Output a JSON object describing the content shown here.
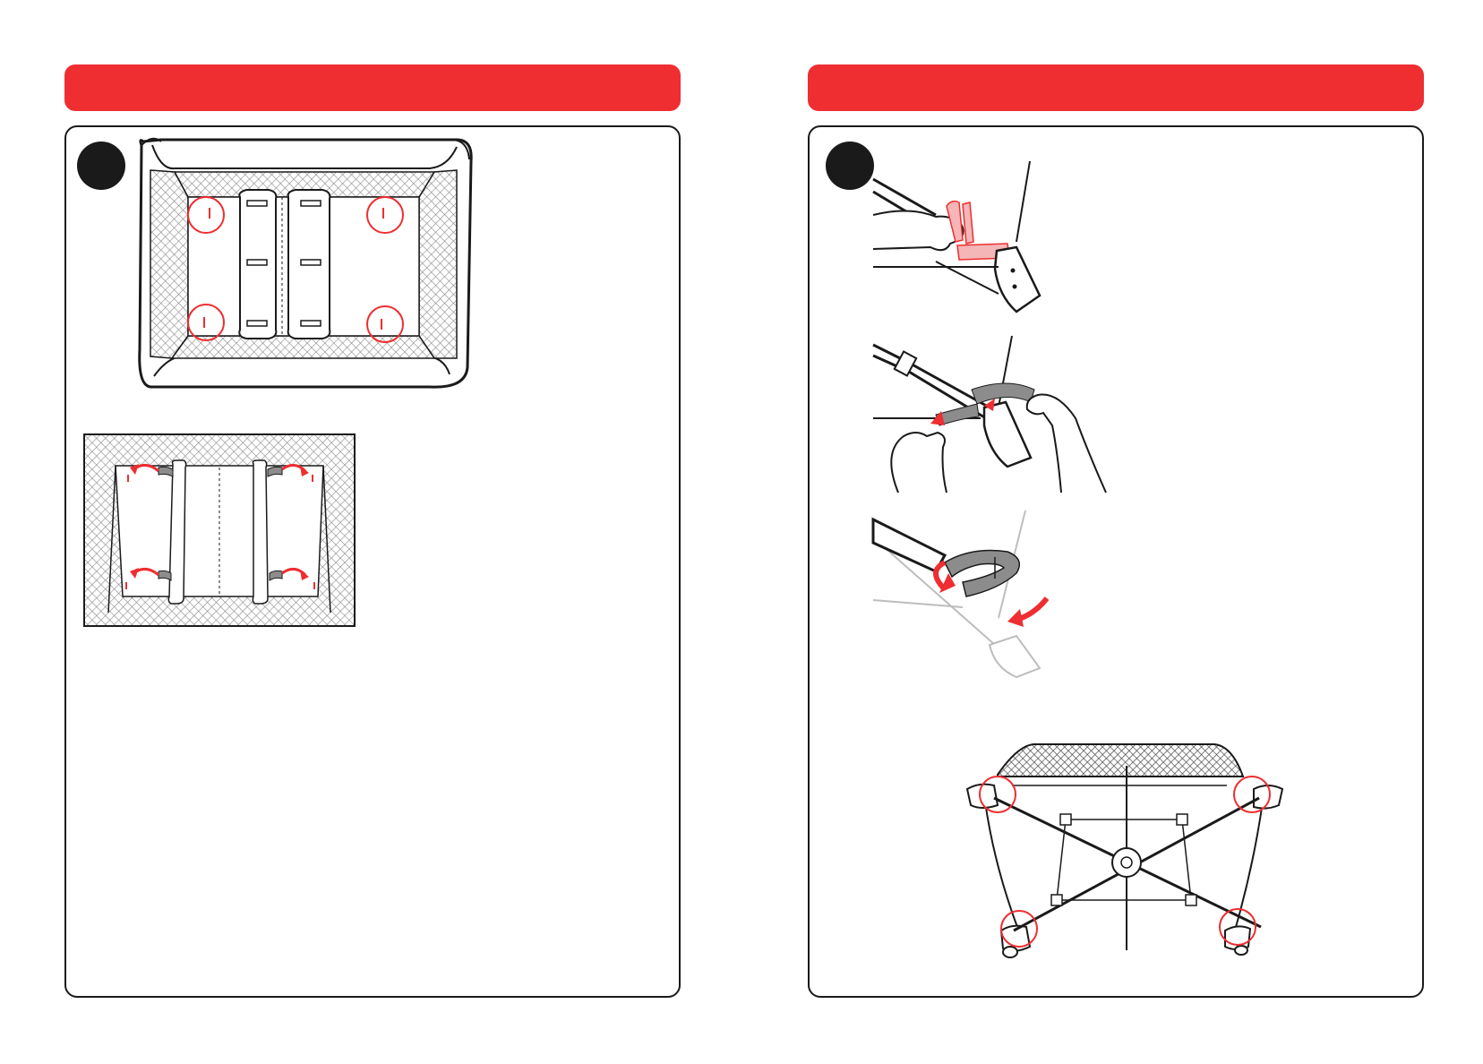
{
  "left_page": {
    "header": {
      "title": ""
    },
    "step": {
      "number": ""
    },
    "figures": [
      {
        "name": "playard-floor-top-view",
        "highlighted_points": 4
      },
      {
        "name": "mattress-strap-detail",
        "direction_arrows": 4
      }
    ]
  },
  "right_page": {
    "header": {
      "title": ""
    },
    "step": {
      "number": ""
    },
    "figures": [
      {
        "name": "strap-pull-through-corner"
      },
      {
        "name": "strap-wrap-around-leg"
      },
      {
        "name": "strap-fasten-loop"
      },
      {
        "name": "playard-underside-view",
        "highlighted_points": 4
      }
    ]
  },
  "colors": {
    "accent": "#ee2e31",
    "ink": "#1a1a1a",
    "mesh": "#9a9a9a",
    "strap": "#8c8c8c",
    "strap_highlight": "#f4b6b6"
  },
  "icons": [
    "step-badge-icon",
    "curved-arrow-icon",
    "highlight-circle-icon"
  ]
}
